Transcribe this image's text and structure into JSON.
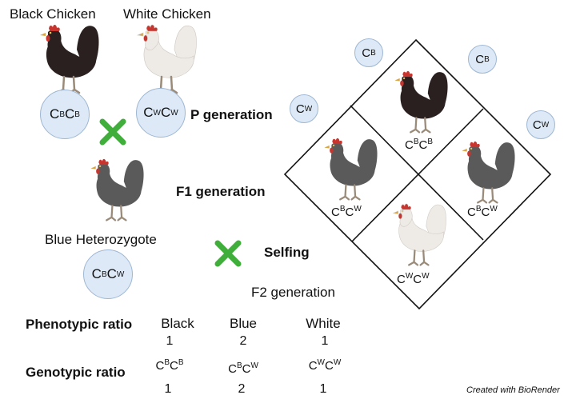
{
  "parents": {
    "black_title": "Black Chicken",
    "white_title": "White Chicken",
    "black_genotype": {
      "a": "C",
      "sa": "B",
      "b": "C",
      "sb": "B"
    },
    "white_genotype": {
      "a": "C",
      "sa": "W",
      "b": "C",
      "sb": "W"
    }
  },
  "generations": {
    "p": "P generation",
    "f1": "F1 generation",
    "selfing": "Selfing",
    "f2": "F2 generation"
  },
  "heterozygote": {
    "label": "Blue Heterozygote",
    "genotype": {
      "a": "C",
      "sa": "B",
      "b": "C",
      "sb": "W"
    }
  },
  "gametes": {
    "top_left": {
      "c": "C",
      "s": "B"
    },
    "top_right": {
      "c": "C",
      "s": "B"
    },
    "left": {
      "c": "C",
      "s": "W"
    },
    "right": {
      "c": "C",
      "s": "W"
    }
  },
  "punnett": {
    "top": {
      "a": "C",
      "sa": "B",
      "b": "C",
      "sb": "B"
    },
    "left": {
      "a": "C",
      "sa": "B",
      "b": "C",
      "sb": "W"
    },
    "right": {
      "a": "C",
      "sa": "B",
      "b": "C",
      "sb": "W"
    },
    "bottom": {
      "a": "C",
      "sa": "W",
      "b": "C",
      "sb": "W"
    }
  },
  "ratios": {
    "phenotypic_label": "Phenotypic ratio",
    "genotypic_label": "Genotypic ratio",
    "phenotypes": [
      "Black",
      "Blue",
      "White"
    ],
    "phenotype_counts": [
      "1",
      "2",
      "1"
    ],
    "genotypes": [
      {
        "a": "C",
        "sa": "B",
        "b": "C",
        "sb": "B"
      },
      {
        "a": "C",
        "sa": "B",
        "b": "C",
        "sb": "W"
      },
      {
        "a": "C",
        "sa": "W",
        "b": "C",
        "sb": "W"
      }
    ],
    "genotype_counts": [
      "1",
      "2",
      "1"
    ]
  },
  "credit": "Created with BioRender",
  "colors": {
    "black_hen": "#2b2020",
    "blue_hen": "#5a5a5a",
    "white_hen": "#eeeae6",
    "comb": "#c8342e",
    "cross": "#3fae3a",
    "circle_fill": "#dde9f6",
    "circle_border": "#9eb7d3"
  },
  "icons": [
    "black-hen-icon",
    "white-hen-icon",
    "blue-hen-icon",
    "cross-icon"
  ]
}
